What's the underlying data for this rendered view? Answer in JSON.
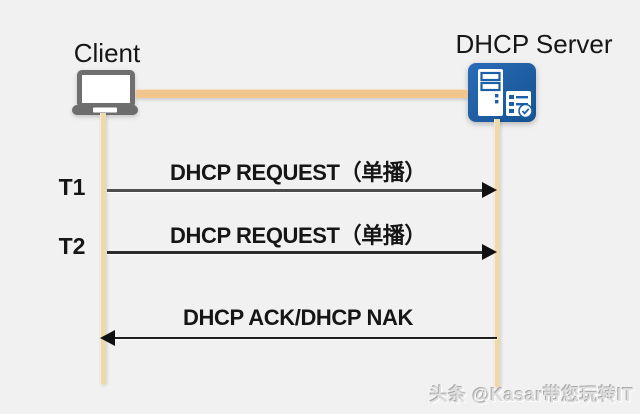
{
  "actors": {
    "client": {
      "label": "Client",
      "icon": "laptop-icon"
    },
    "server": {
      "label": "DHCP Server",
      "icon": "server-icon"
    }
  },
  "messages": [
    {
      "timer": "T1",
      "label": "DHCP REQUEST（单播）",
      "direction": "right"
    },
    {
      "timer": "T2",
      "label": "DHCP REQUEST（单播）",
      "direction": "right"
    },
    {
      "timer": "",
      "label": "DHCP ACK/DHCP NAK",
      "direction": "left"
    }
  ],
  "watermark": "头条 @Kasar带您玩转IT",
  "colors": {
    "background": "#f1f1f2",
    "lifeline": "#eed9ac",
    "connector": "#f3c58e",
    "server_blue": "#1b5fa8",
    "laptop_gray": "#6d6d6d",
    "arrow_dark": "#3e3e3e",
    "text_dark": "#161616",
    "watermark_gray": "#dededf"
  }
}
